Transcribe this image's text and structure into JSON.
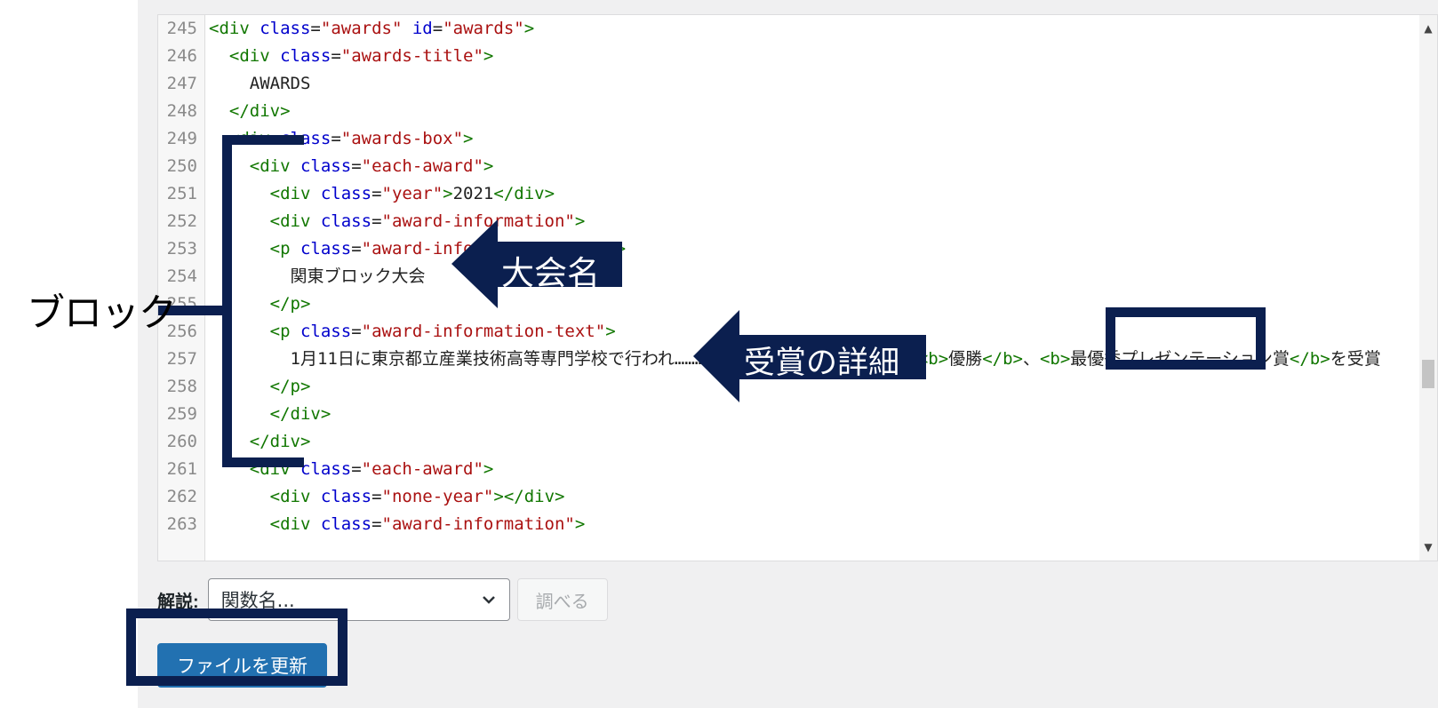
{
  "code_lines": [
    {
      "num": "245",
      "html": "<span class=\"tag\">&lt;div</span> <span class=\"attr\">class</span>=<span class=\"str\">\"awards\"</span> <span class=\"attr\">id</span>=<span class=\"str\">\"awards\"</span><span class=\"tag\">&gt;</span>"
    },
    {
      "num": "246",
      "html": "  <span class=\"tag\">&lt;div</span> <span class=\"attr\">class</span>=<span class=\"str\">\"awards-title\"</span><span class=\"tag\">&gt;</span>"
    },
    {
      "num": "247",
      "html": "    AWARDS"
    },
    {
      "num": "248",
      "html": "  <span class=\"tag\">&lt;/div&gt;</span>"
    },
    {
      "num": "249",
      "html": "  <span class=\"tag\">&lt;div</span> <span class=\"attr\">class</span>=<span class=\"str\">\"awards-box\"</span><span class=\"tag\">&gt;</span>"
    },
    {
      "num": "250",
      "html": "    <span class=\"tag\">&lt;div</span> <span class=\"attr\">class</span>=<span class=\"str\">\"each-award\"</span><span class=\"tag\">&gt;</span>"
    },
    {
      "num": "251",
      "html": "      <span class=\"tag\">&lt;div</span> <span class=\"attr\">class</span>=<span class=\"str\">\"year\"</span><span class=\"tag\">&gt;</span>2021<span class=\"tag\">&lt;/div&gt;</span>"
    },
    {
      "num": "252",
      "html": "      <span class=\"tag\">&lt;div</span> <span class=\"attr\">class</span>=<span class=\"str\">\"award-information\"</span><span class=\"tag\">&gt;</span>"
    },
    {
      "num": "253",
      "html": "      <span class=\"tag\">&lt;p</span> <span class=\"attr\">class</span>=<span class=\"str\">\"award-information-title\"</span><span class=\"tag\">&gt;</span>"
    },
    {
      "num": "254",
      "html": "        関東ブロック大会"
    },
    {
      "num": "255",
      "html": "      <span class=\"tag\">&lt;/p&gt;</span>"
    },
    {
      "num": "256",
      "html": "      <span class=\"tag\">&lt;p</span> <span class=\"attr\">class</span>=<span class=\"str\">\"award-information-text\"</span><span class=\"tag\">&gt;</span>"
    },
    {
      "num": "257",
      "html": "        1月11日に東京都立産業技術高等専門学校で行われ……………2021関東ブロック大会で<span class=\"tag\">&lt;b&gt;</span>優勝<span class=\"tag\">&lt;/b&gt;</span>、<span class=\"tag\">&lt;b&gt;</span>最優秀プレゼンテーション賞<span class=\"tag\">&lt;/b&gt;</span>を受賞"
    },
    {
      "num": "258",
      "html": "      <span class=\"tag\">&lt;/p&gt;</span>"
    },
    {
      "num": "259",
      "html": "      <span class=\"tag\">&lt;/div&gt;</span>"
    },
    {
      "num": "260",
      "html": "    <span class=\"tag\">&lt;/div&gt;</span>"
    },
    {
      "num": "261",
      "html": "    <span class=\"tag\">&lt;div</span> <span class=\"attr\">class</span>=<span class=\"str\">\"each-award\"</span><span class=\"tag\">&gt;</span>"
    },
    {
      "num": "262",
      "html": "      <span class=\"tag\">&lt;div</span> <span class=\"attr\">class</span>=<span class=\"str\">\"none-year\"</span><span class=\"tag\">&gt;</span><span class=\"tag\">&lt;/div&gt;</span>"
    },
    {
      "num": "263",
      "html": "      <span class=\"tag\">&lt;div</span> <span class=\"attr\">class</span>=<span class=\"str\">\"award-information\"</span><span class=\"tag\">&gt;</span>"
    }
  ],
  "documentation": {
    "label": "解説:",
    "select_value": "関数名...",
    "lookup_label": "調べる"
  },
  "update_button_label": "ファイルを更新",
  "annotations": {
    "block_label": "ブロック",
    "tournament_name_label": "大会名",
    "award_details_label": "受賞の詳細"
  },
  "colors": {
    "annotation_navy": "#0b1f4f",
    "primary_button": "#2271b1",
    "tag_green": "#117700",
    "attr_blue": "#0000cc",
    "string_red": "#aa1111"
  }
}
